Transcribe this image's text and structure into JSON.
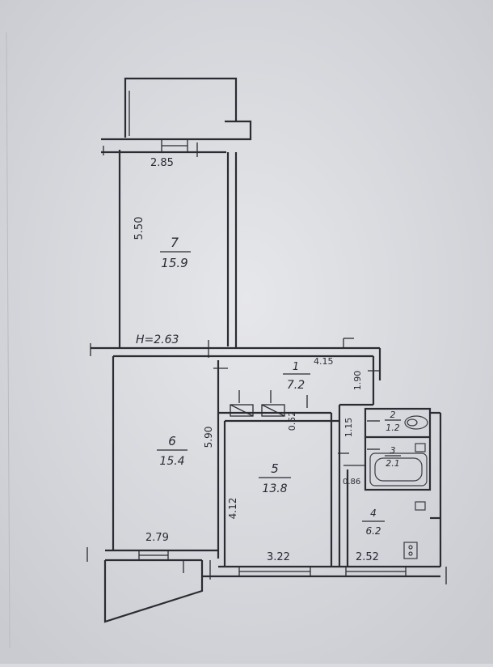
{
  "plan": {
    "ceiling_height": "H=2.63",
    "rooms": [
      {
        "number": "7",
        "area": "15.9",
        "length": "5.50",
        "width": "2.85"
      },
      {
        "number": "6",
        "area": "15.4",
        "length": "5.90",
        "width": "2.79"
      },
      {
        "number": "1",
        "area": "7.2",
        "length": "4.15",
        "width": "1.90"
      },
      {
        "number": "2",
        "area": "1.2"
      },
      {
        "number": "3",
        "area": "2.1"
      },
      {
        "number": "4",
        "area": "6.2",
        "width": "2.52"
      },
      {
        "number": "5",
        "area": "13.8",
        "length": "4.12",
        "width": "3.22"
      }
    ],
    "extra_dims": [
      "0.52",
      "1.15",
      "0.86"
    ]
  }
}
